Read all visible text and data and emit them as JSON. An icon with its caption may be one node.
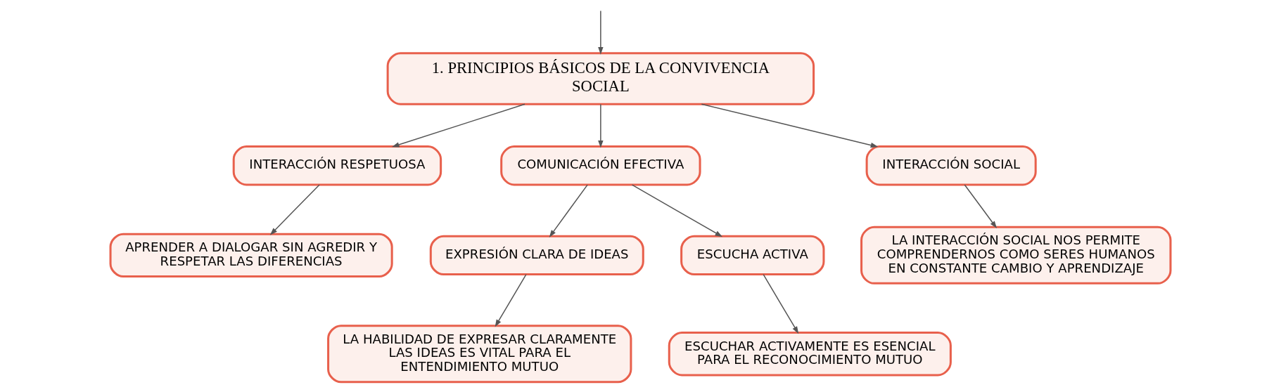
{
  "diagram": {
    "nodes": [
      {
        "text": [
          "1. PRINCIPIOS BÁSICOS DE LA CONVIVENCIA SOCIAL"
        ]
      },
      {
        "text": [
          "INTERACCIÓN RESPETUOSA"
        ]
      },
      {
        "text": [
          "COMUNICACIÓN EFECTIVA"
        ]
      },
      {
        "text": [
          "INTERACCIÓN SOCIAL"
        ]
      },
      {
        "text": [
          "APRENDER A DIALOGAR SIN AGREDIR Y RESPETAR LAS DIFERENCIAS"
        ]
      },
      {
        "text": [
          "EXPRESIÓN CLARA DE IDEAS"
        ]
      },
      {
        "text": [
          "ESCUCHA ACTIVA"
        ]
      },
      {
        "text": [
          "LA HABILIDAD DE EXPRESAR CLARAMENTE LAS IDEAS ES VITAL PARA EL ENTENDIMIENTO MUTUO"
        ]
      },
      {
        "text": [
          "ESCUCHAR ACTIVAMENTE ES ESENCIAL PARA EL RECONOCIMIENTO MUTUO"
        ]
      },
      {
        "text": [
          "LA INTERACCIÓN SOCIAL NOS PERMITE COMPRENDERNOS COMO SERES HUMANOS EN CONSTANTE CAMBIO Y APRENDIZAJE"
        ]
      }
    ],
    "edges": [
      {
        "from": null,
        "to": 0,
        "arrow": "to"
      },
      {
        "from": 0,
        "to": 1,
        "arrow": "to"
      },
      {
        "from": 0,
        "to": 2,
        "arrow": "to"
      },
      {
        "from": 0,
        "to": 3,
        "arrow": "to"
      },
      {
        "from": 1,
        "to": 4,
        "arrow": "to"
      },
      {
        "from": 2,
        "to": 5,
        "arrow": "to"
      },
      {
        "from": 2,
        "to": 6,
        "arrow": "to"
      },
      {
        "from": 3,
        "to": 9,
        "arrow": "to"
      },
      {
        "from": 5,
        "to": 7,
        "arrow": "to"
      },
      {
        "from": 6,
        "to": 8,
        "arrow": "to"
      }
    ]
  }
}
